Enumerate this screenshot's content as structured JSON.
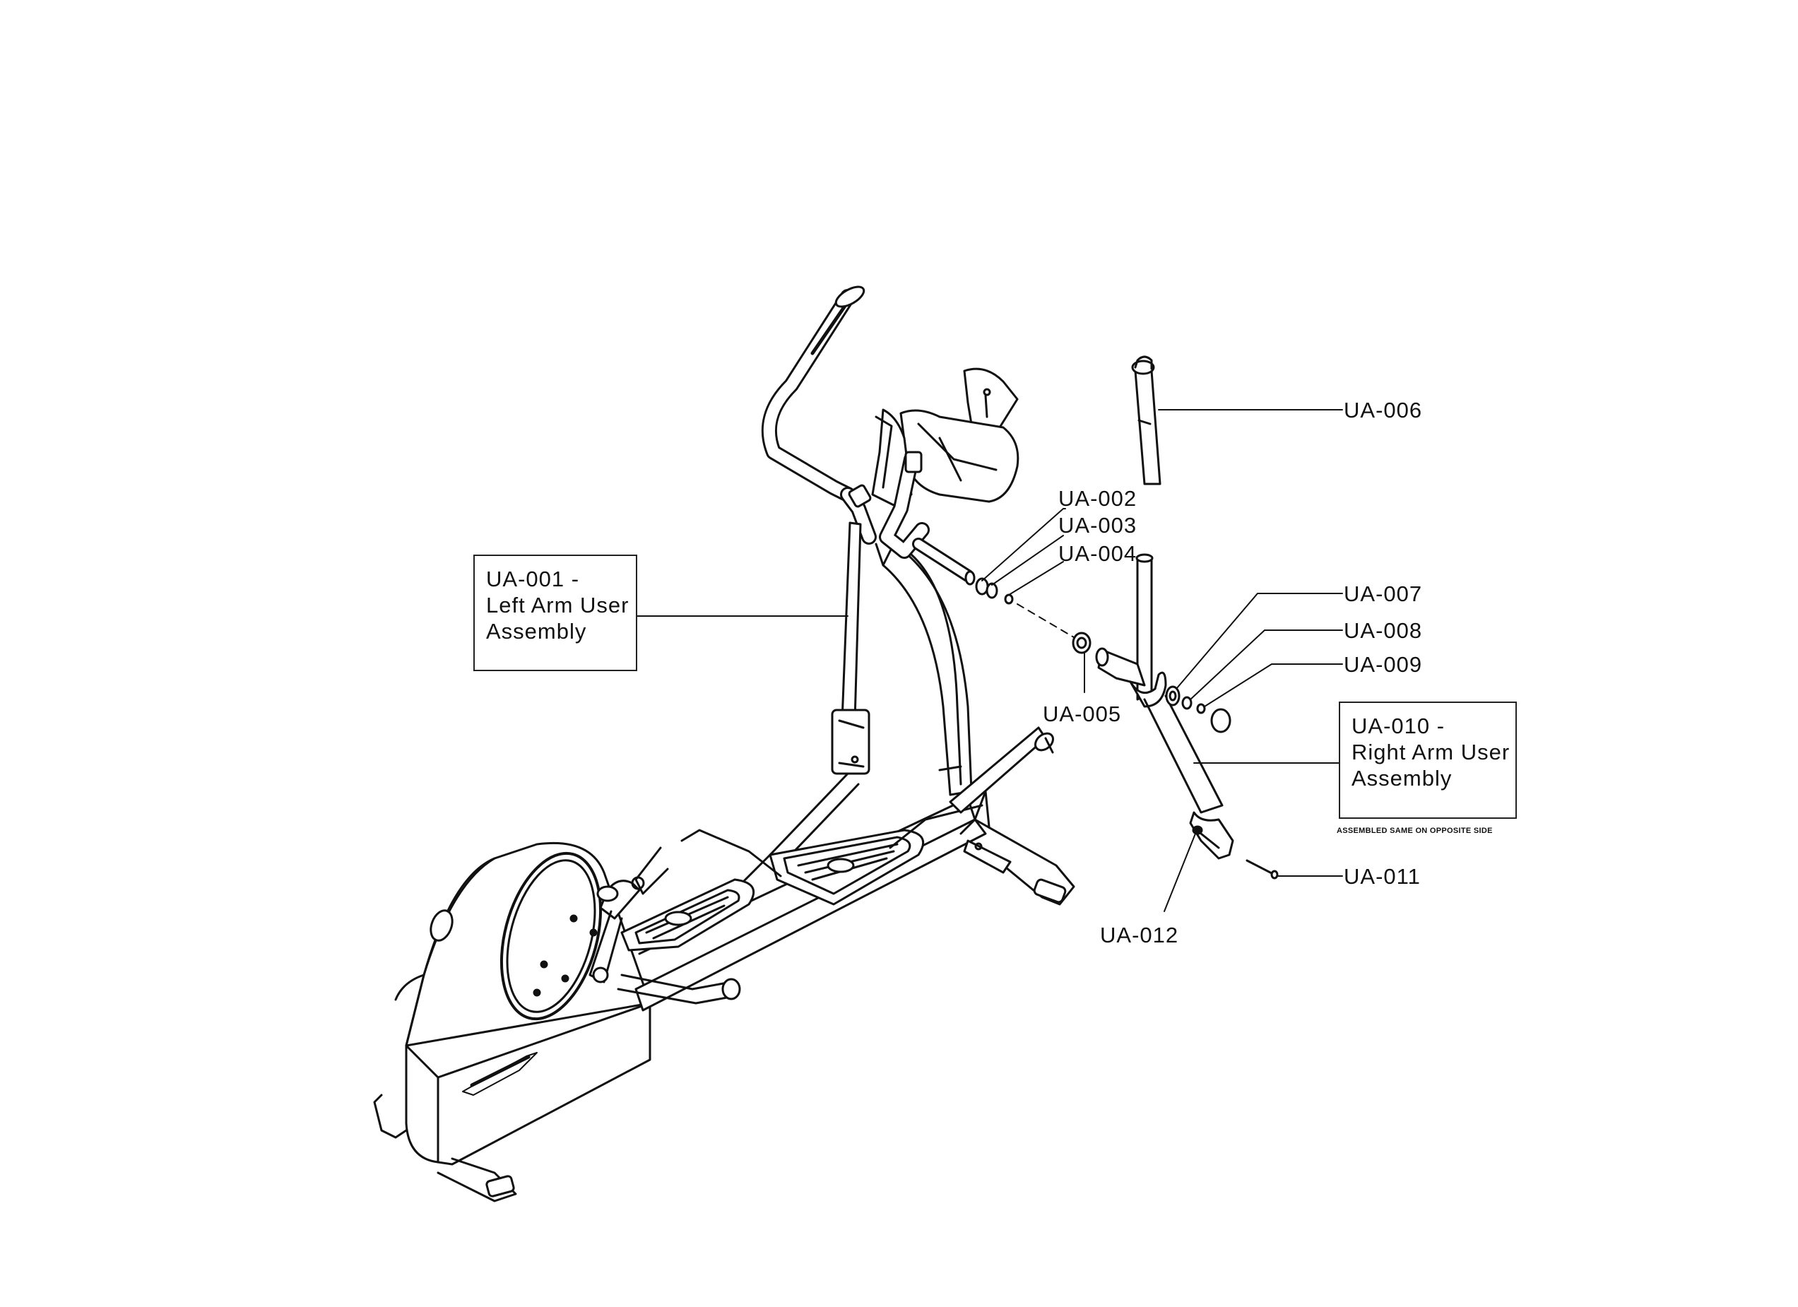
{
  "labels": {
    "ua002": "UA-002",
    "ua003": "UA-003",
    "ua004": "UA-004",
    "ua005": "UA-005",
    "ua006": "UA-006",
    "ua007": "UA-007",
    "ua008": "UA-008",
    "ua009": "UA-009",
    "ua011": "UA-011",
    "ua012": "UA-012"
  },
  "left_box": {
    "line1": "UA-001 -",
    "line2": "Left Arm User",
    "line3": "Assembly"
  },
  "right_box": {
    "line1": "UA-010 -",
    "line2": "Right Arm User",
    "line3": "Assembly"
  },
  "note": "ASSEMBLED SAME ON OPPOSITE SIDE",
  "colors": {
    "ink": "#111111",
    "paper": "#ffffff"
  }
}
